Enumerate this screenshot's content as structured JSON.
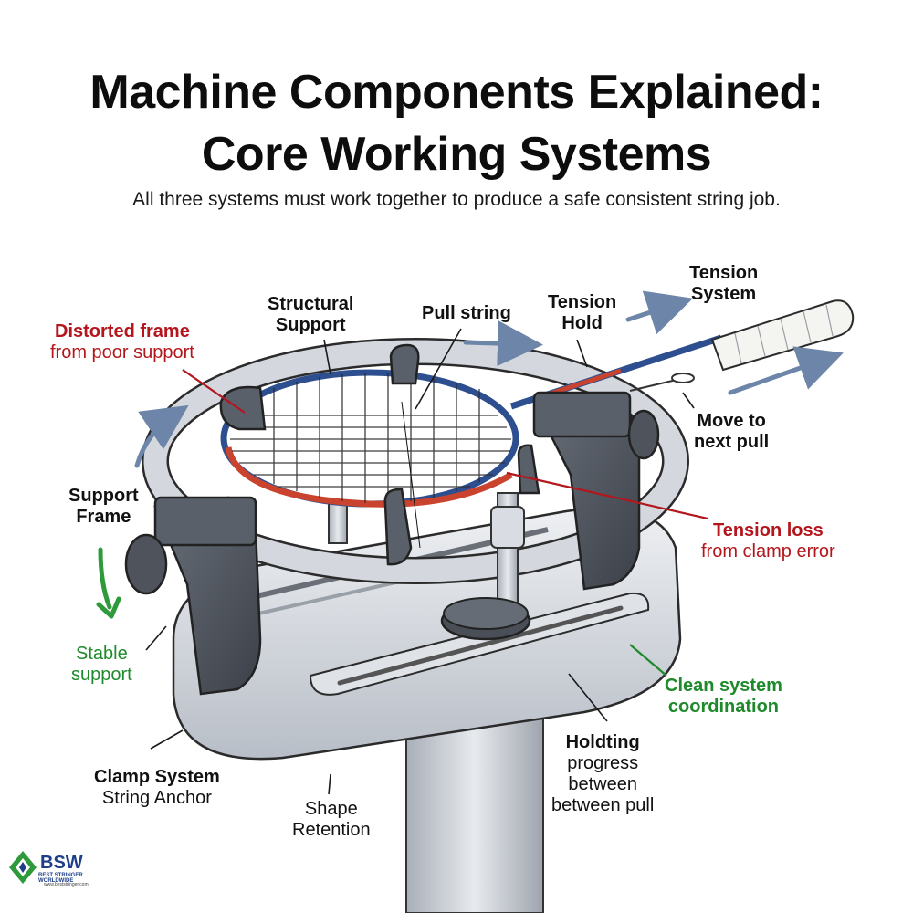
{
  "header": {
    "title_line1": "Machine Components Explained:",
    "title_line2": "Core Working Systems",
    "subtitle": "All three systems must work together to produce a safe consistent string job."
  },
  "labels": {
    "distorted_frame": {
      "bold": "Distorted frame",
      "normal": "from poor support"
    },
    "structural_support": {
      "line1": "Structural",
      "line2": "Support"
    },
    "pull_string": "Pull string",
    "tension_hold": {
      "line1": "Tension",
      "line2": "Hold"
    },
    "tension_system": {
      "line1": "Tension",
      "line2": "System"
    },
    "move_next_pull": {
      "line1": "Move to",
      "line2": "next pull"
    },
    "support_frame": {
      "line1": "Support",
      "line2": "Frame"
    },
    "tension_loss": {
      "bold": "Tension loss",
      "normal": "from clamp error"
    },
    "stable_support": {
      "line1": "Stable",
      "line2": "support"
    },
    "clean_coordination": {
      "line1": "Clean system",
      "line2": "coordination"
    },
    "clamp_system": {
      "bold": "Clamp System",
      "normal": "String Anchor"
    },
    "shape_retention": {
      "line1": "Shape",
      "line2": "Retention"
    },
    "holding_progress": {
      "bold": "Holdting",
      "line2": "progress",
      "line3": "between",
      "line4": "between pull"
    }
  },
  "logo": {
    "text": "BSW",
    "sub": "BEST STRINGER WORLDWIDE",
    "url": "www.beststringer.com"
  },
  "colors": {
    "red_label": "#b3161c",
    "green_label": "#1f8a2b",
    "arrow_blue": "#6d85a8",
    "racquet_blue": "#2d4f8f",
    "racquet_red": "#c9432f",
    "machine_metal": "#c9ced6",
    "clamp_dark": "#4a4f57"
  }
}
